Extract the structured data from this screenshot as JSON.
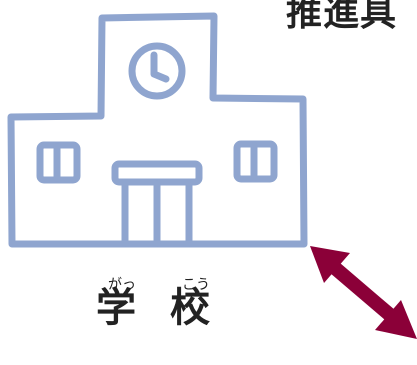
{
  "heading": "推進具",
  "label": {
    "ruby": [
      "がっ",
      "こう"
    ],
    "kanji": [
      "学",
      "校"
    ]
  },
  "colors": {
    "building_outline": "#8fa5cf",
    "arrow": "#8b0038",
    "text": "#222222"
  },
  "icons": {
    "building": "school-building-icon",
    "clock": "clock-icon",
    "arrow": "double-arrow-icon"
  }
}
